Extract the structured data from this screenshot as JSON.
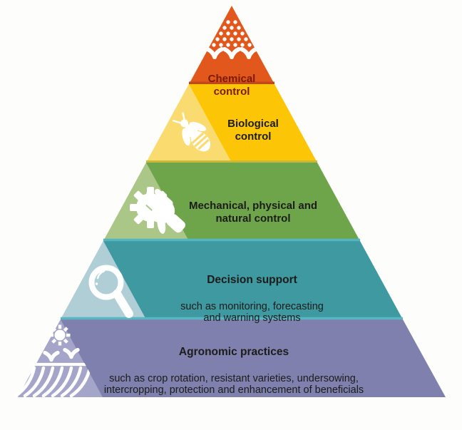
{
  "pyramid": {
    "background": "#fdfdfb",
    "description": "Integrated pest management pyramid with five tiers",
    "tiers": [
      {
        "id": "chemical-control",
        "label": "Chemical\ncontrol",
        "color": "#e2581c",
        "divider_color": "#c14817",
        "label_color": "#7b1903",
        "icon": "spray-droplets-icon"
      },
      {
        "id": "biological-control",
        "label": "Biological\ncontrol",
        "color": "#fcc606",
        "wedge_color": "#f9db70",
        "divider_color": "#c9b93a",
        "icon": "bee-icon"
      },
      {
        "id": "mechanical-physical-natural-control",
        "label": "Mechanical, physical and\nnatural control",
        "color": "#6fa54a",
        "wedge_color": "#abc787",
        "divider_color": "#54b6c0",
        "icon": "hand-gear-icon"
      },
      {
        "id": "decision-support",
        "label": "Decision support",
        "sublabel": "such as monitoring, forecasting\nand warning systems",
        "color": "#3e99a1",
        "wedge_color": "#b0ced6",
        "divider_color": "#58b5c2",
        "icon": "magnifying-glass-icon"
      },
      {
        "id": "agronomic-practices",
        "label": "Agronomic practices",
        "sublabel": "such as crop rotation, resistant varieties, undersowing,\nintercropping, protection and enhancement of beneficials",
        "color": "#7f80ad",
        "wedge_color": "#a4a5c8",
        "icon": "field-crops-sun-icon"
      }
    ]
  }
}
